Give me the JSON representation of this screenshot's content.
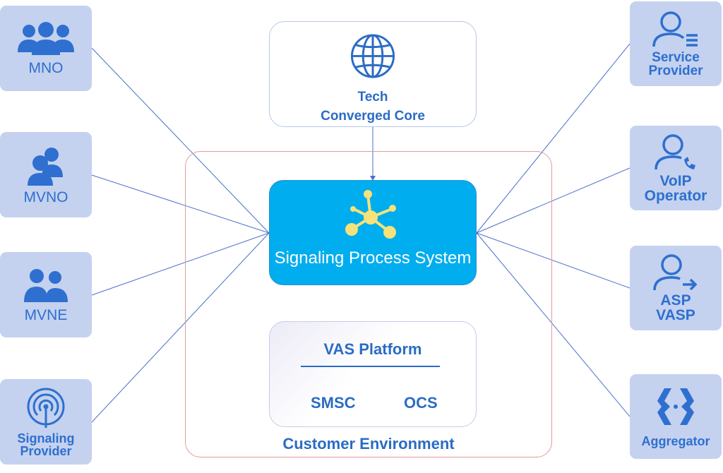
{
  "left_nodes": [
    {
      "label": "MNO",
      "icon": "group-icon"
    },
    {
      "label": "MVNO",
      "icon": "users-icon"
    },
    {
      "label": "MVNE",
      "icon": "people-icon"
    },
    {
      "label_line1": "Signaling",
      "label_line2": "Provider",
      "icon": "antenna-icon"
    }
  ],
  "right_nodes": [
    {
      "label_line1": "Service",
      "label_line2": "Provider",
      "icon": "user-list-icon"
    },
    {
      "label_line1": "VoIP",
      "label_line2": "Operator",
      "icon": "user-phone-icon"
    },
    {
      "label_line1": "ASP",
      "label_line2": "VASP",
      "icon": "user-arrow-icon"
    },
    {
      "label": "Aggregator",
      "icon": "aggregator-icon"
    }
  ],
  "tech_core": {
    "line1": "Tech",
    "line2": "Converged Core",
    "icon": "globe-icon"
  },
  "signaling_system": {
    "label": "Signaling Process System",
    "icon": "network-hub-icon"
  },
  "vas_platform": {
    "title": "VAS Platform",
    "item1": "SMSC",
    "item2": "OCS"
  },
  "environment": {
    "label": "Customer Environment"
  },
  "colors": {
    "accent": "#2a6cc4",
    "node_bg": "#c4d2ef",
    "hub": "#00adee",
    "hub_icon": "#f5e27a",
    "env_border": "#e39a9a"
  }
}
